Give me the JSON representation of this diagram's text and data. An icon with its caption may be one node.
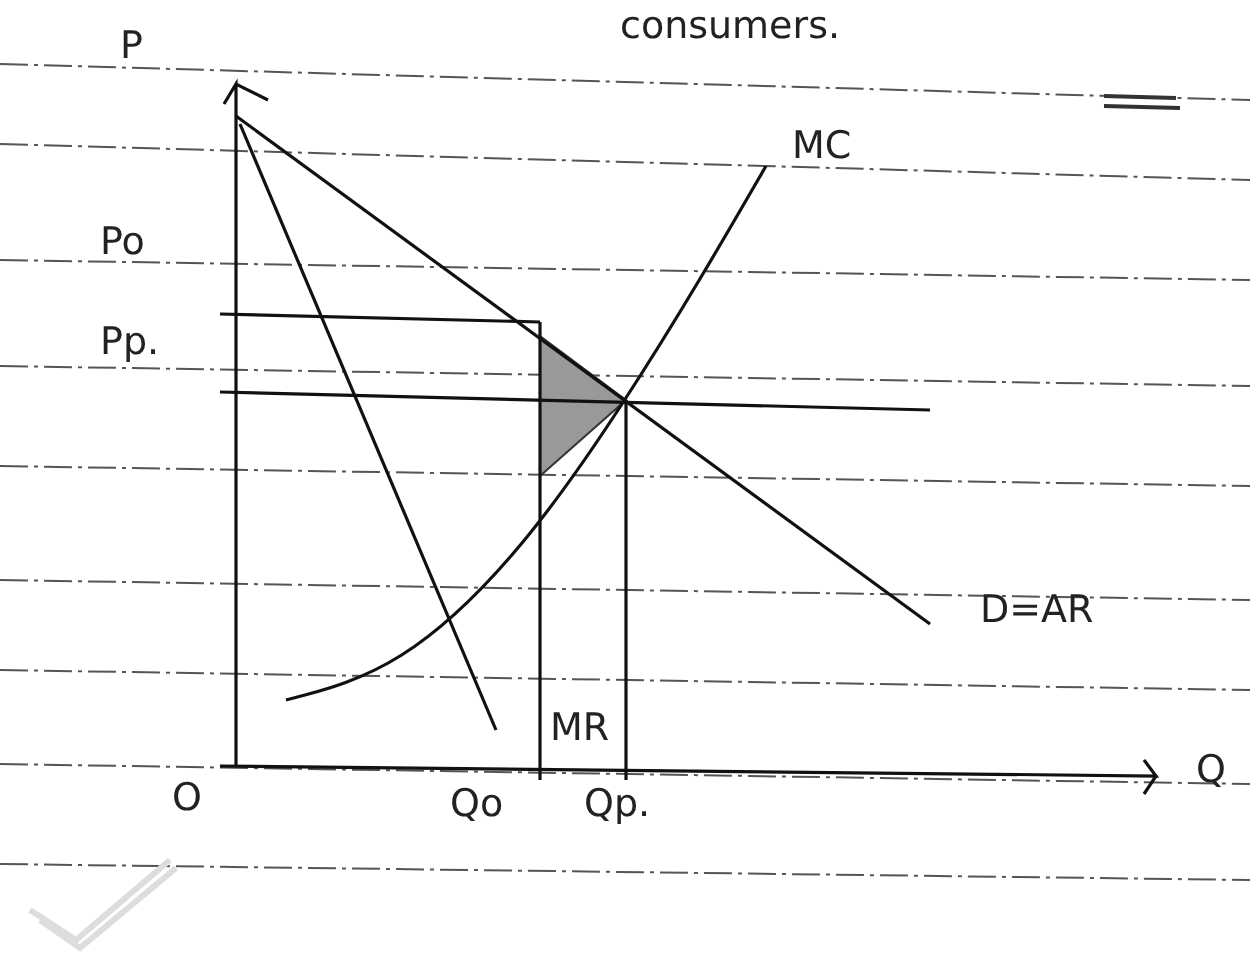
{
  "diagram": {
    "labels": [
      "consumers.",
      "P",
      "MC",
      "Po",
      "Pp.",
      "D=AR",
      "MR",
      "Q",
      "O",
      "Qo",
      "Qp."
    ]
  }
}
